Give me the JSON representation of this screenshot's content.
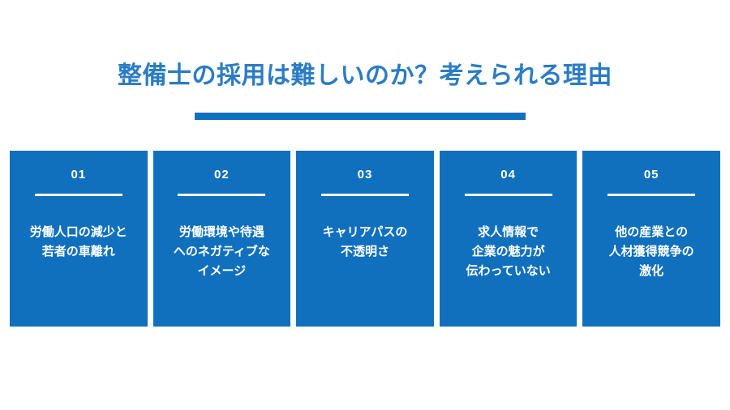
{
  "slide": {
    "background_color": "#ffffff",
    "title": "整備士の採用は難しいのか？考えられる理由",
    "title_color": "#2b7cc4",
    "accent_color": "#1070bd"
  },
  "cards": [
    {
      "number": "01",
      "label": "労働人口の減少と\n若者の車離れ"
    },
    {
      "number": "02",
      "label": "労働環境や待遇\nへのネガティブな\nイメージ"
    },
    {
      "number": "03",
      "label": "キャリアパスの\n不透明さ"
    },
    {
      "number": "04",
      "label": "求人情報で\n企業の魅力が\n伝わっていない"
    },
    {
      "number": "05",
      "label": "他の産業との\n人材獲得競争の\n激化"
    }
  ]
}
